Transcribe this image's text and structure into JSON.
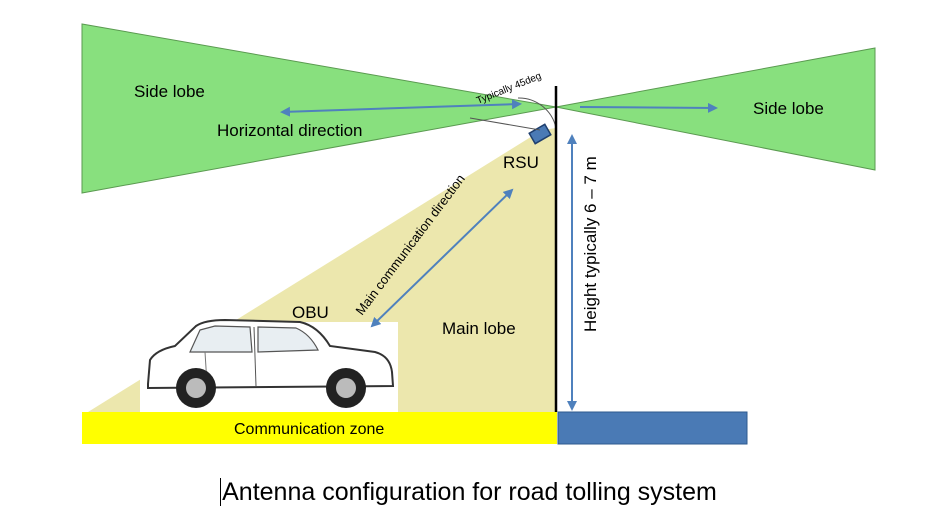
{
  "labels": {
    "side_lobe_left": "Side lobe",
    "side_lobe_right": "Side lobe",
    "horizontal_direction": "Horizontal direction",
    "typical_angle": "Typically 45deg",
    "rsu": "RSU",
    "obu": "OBU",
    "main_lobe": "Main lobe",
    "main_comm_direction": "Main communication direction",
    "height": "Height typically  6 – 7 m",
    "communication_zone": "Communication zone"
  },
  "caption": "Antenna configuration for road tolling system",
  "colors": {
    "side_lobe": "#88e07e",
    "main_lobe": "#ece7ad",
    "zone": "#ffff00",
    "road": "#4a7ab5",
    "arrow": "#4f81bd"
  }
}
